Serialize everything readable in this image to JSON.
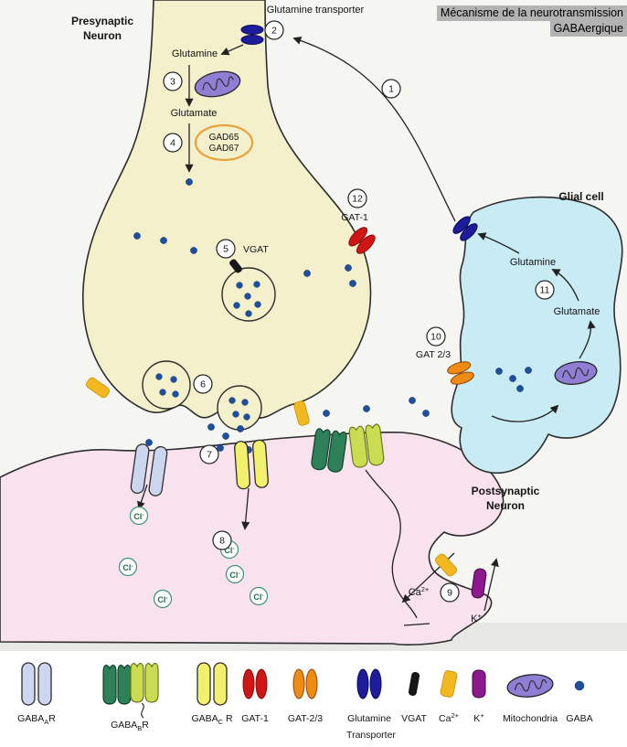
{
  "title": {
    "line1": "Mécanisme de la neurotransmission",
    "line2": "GABAergique"
  },
  "regions": {
    "presynaptic_line1": "Presynaptic",
    "presynaptic_line2": "Neuron",
    "postsynaptic_line1": "Postsynaptic",
    "postsynaptic_line2": "Neuron",
    "glial": "Glial cell"
  },
  "molecules": {
    "glutamine_transporter": "Glutamine transporter",
    "glutamine": "Glutamine",
    "glutamate": "Glutamate",
    "gad65": "GAD65",
    "gad67": "GAD67",
    "vgat": "VGAT",
    "gat1": "GAT-1",
    "gat23": "GAT 2/3",
    "ca": "Ca",
    "ca_sup": "2+",
    "k": "K",
    "k_sup": "+",
    "cl": "Cl",
    "cl_sup": "-"
  },
  "steps": [
    "1",
    "2",
    "3",
    "4",
    "5",
    "6",
    "7",
    "8",
    "9",
    "10",
    "11",
    "12"
  ],
  "legend": {
    "gabaa_base": "GABA",
    "gabaa_sub": "A",
    "gabaa_suffix": "R",
    "gabab_base": "GABA",
    "gabab_sub": "B",
    "gabab_suffix": "R",
    "gabac_base": "GABA",
    "gabac_sub": "C",
    "gabac_suffix": " R",
    "gat1": "GAT-1",
    "gat23": "GAT-2/3",
    "glutamine": "Glutamine",
    "transporter": "Transporter",
    "vgat": "VGAT",
    "ca": "Ca",
    "ca_sup": "2+",
    "k": "K",
    "k_sup": "+",
    "mitochondria": "Mitochondria",
    "gaba": "GABA"
  },
  "colors": {
    "presynaptic_fill": "#f3f0cb",
    "glial_fill": "#c8ebf4",
    "postsynaptic_fill": "#f8e2ee",
    "gaba_dot": "#1d4f9f",
    "gat1_red": "#d11414",
    "gat23_orange": "#ef8b13",
    "glutamine_transporter_blue": "#1c1c9c",
    "vgat_black": "#161616",
    "ca_gold": "#f3b71f",
    "k_purple": "#8e1890",
    "mitochondria_purple": "#8f7fd4",
    "gabaa_fill": "#cdd6ef",
    "gabab_green": "#2e8058",
    "gabab_yellowgreen": "#c9dc52",
    "gabac_yellow": "#f3f06d",
    "gad_ring": "#e8a33d",
    "cl_ring": "#3f8f7f",
    "title_highlight": "#b3b3b3"
  }
}
